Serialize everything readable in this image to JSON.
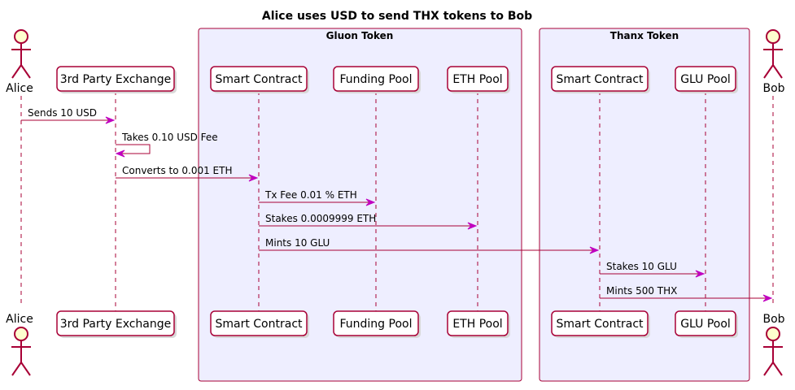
{
  "title": "Alice uses USD to send THX tokens to Bob",
  "boxes": [
    {
      "title": "Gluon Token"
    },
    {
      "title": "Thanx Token"
    }
  ],
  "participants": [
    {
      "id": "alice",
      "label": "Alice",
      "kind": "actor"
    },
    {
      "id": "exchange",
      "label": "3rd Party Exchange",
      "kind": "participant"
    },
    {
      "id": "gluon_contract",
      "label": "Smart Contract",
      "kind": "participant"
    },
    {
      "id": "funding_pool",
      "label": "Funding Pool",
      "kind": "participant"
    },
    {
      "id": "eth_pool",
      "label": "ETH Pool",
      "kind": "participant"
    },
    {
      "id": "thanx_contract",
      "label": "Smart Contract",
      "kind": "participant"
    },
    {
      "id": "glu_pool",
      "label": "GLU Pool",
      "kind": "participant"
    },
    {
      "id": "bob",
      "label": "Bob",
      "kind": "actor"
    }
  ],
  "messages": [
    {
      "from": "alice",
      "to": "exchange",
      "label": "Sends 10 USD"
    },
    {
      "from": "exchange",
      "to": "exchange",
      "label": "Takes 0.10 USD Fee"
    },
    {
      "from": "exchange",
      "to": "gluon_contract",
      "label": "Converts to 0.001 ETH"
    },
    {
      "from": "gluon_contract",
      "to": "funding_pool",
      "label": "Tx Fee 0.01 % ETH"
    },
    {
      "from": "gluon_contract",
      "to": "eth_pool",
      "label": "Stakes 0.0009999 ETH"
    },
    {
      "from": "gluon_contract",
      "to": "thanx_contract",
      "label": "Mints 10 GLU"
    },
    {
      "from": "thanx_contract",
      "to": "glu_pool",
      "label": "Stakes 10 GLU"
    },
    {
      "from": "thanx_contract",
      "to": "bob",
      "label": "Mints 500 THX"
    }
  ],
  "colors": {
    "border": "#A80036",
    "box_fill": "#EEEEFF",
    "arrow": "#C000C0",
    "actor_fill": "#FEFECE"
  }
}
